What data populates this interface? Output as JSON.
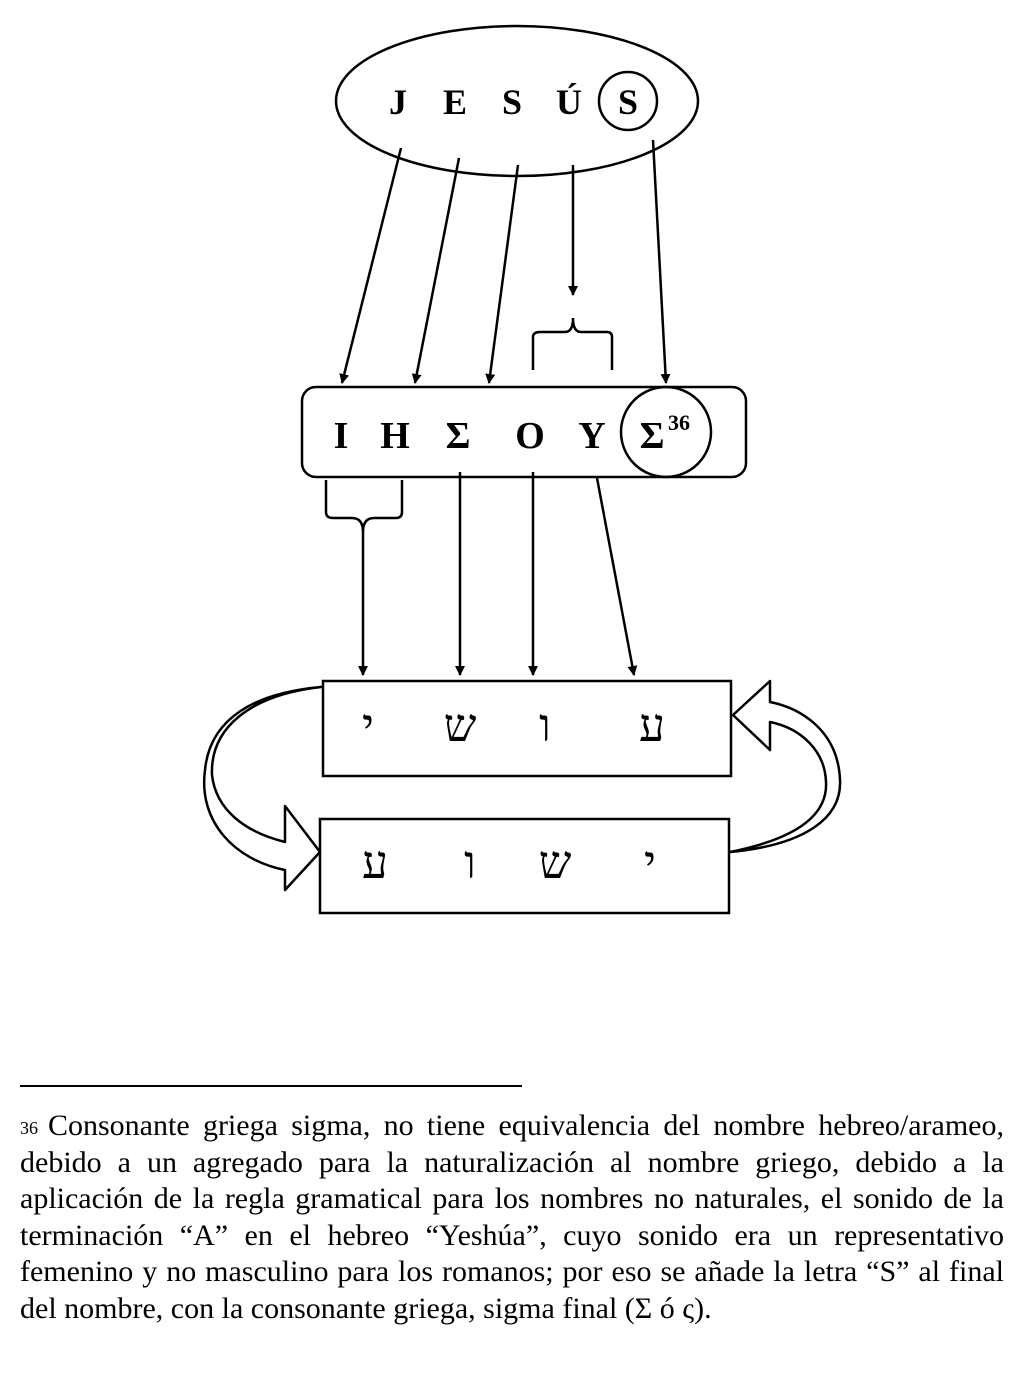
{
  "latin_letters": [
    "J",
    "E",
    "S",
    "Ú",
    "S"
  ],
  "greek_letters": [
    "I",
    "H",
    "Σ",
    "O",
    "Y",
    "Σ"
  ],
  "footnote_marker": "36",
  "hebrew_top": [
    "י",
    "ש",
    "ו",
    "ע"
  ],
  "hebrew_bottom": [
    "ע",
    "ו",
    "ש",
    "י"
  ],
  "footnote_text": "Consonante griega sigma, no tiene equivalencia del nombre hebreo/arameo, debido a un agregado para la naturalización al nombre griego, debido a la aplicación de la regla gramatical para los nombres no naturales, el sonido de la terminación “A” en el hebreo “Yeshúa”, cuyo sonido era un representativo femenino y no masculino para los romanos; por eso se añade la letra “S” al final del nombre, con la consonante griega, sigma final (Σ ó ς)."
}
